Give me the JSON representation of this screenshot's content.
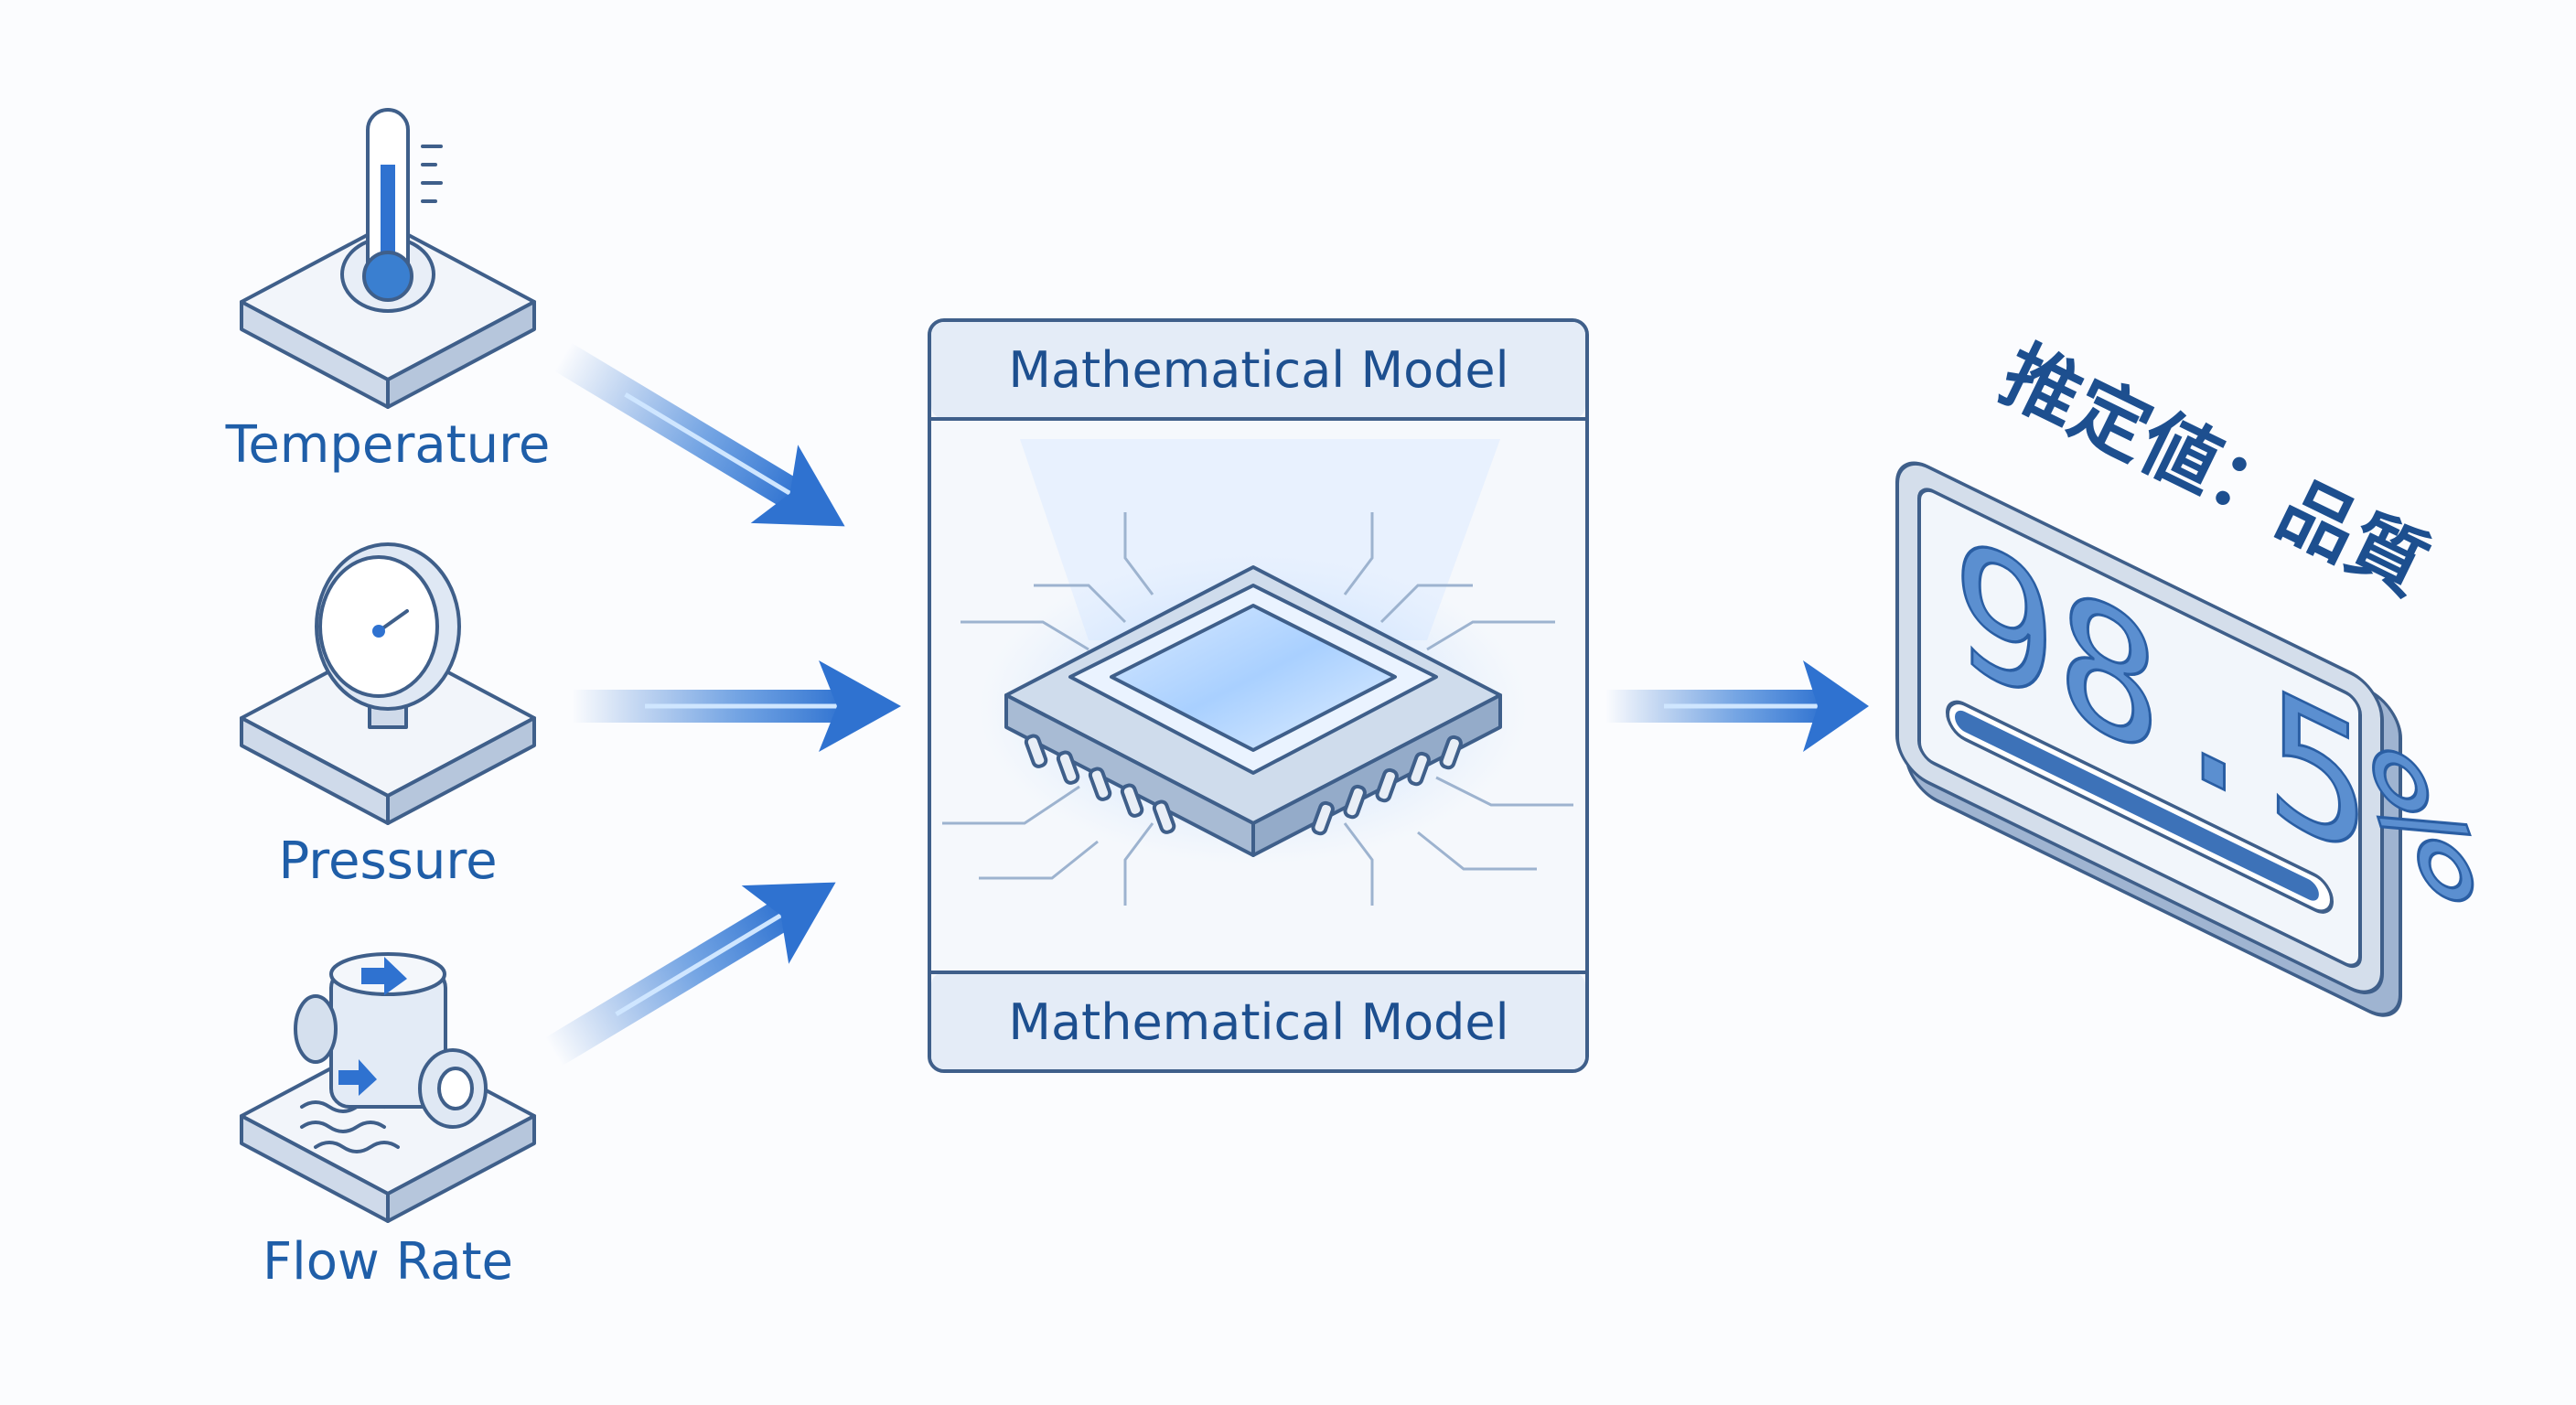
{
  "inputs": [
    {
      "label": "Temperature",
      "icon": "thermometer-icon"
    },
    {
      "label": "Pressure",
      "icon": "pressure-gauge-icon"
    },
    {
      "label": "Flow Rate",
      "icon": "flow-valve-icon"
    }
  ],
  "model": {
    "header": "Mathematical Model",
    "footer": "Mathematical Model",
    "icon": "processor-chip-icon"
  },
  "output": {
    "title": "推定値：品質",
    "value": "98.5%",
    "progress_percent": 98.5
  },
  "colors": {
    "accent": "#2f72d0",
    "text": "#1f5ea8",
    "outline": "#3f5f8a",
    "panel": "#e6eef8"
  }
}
